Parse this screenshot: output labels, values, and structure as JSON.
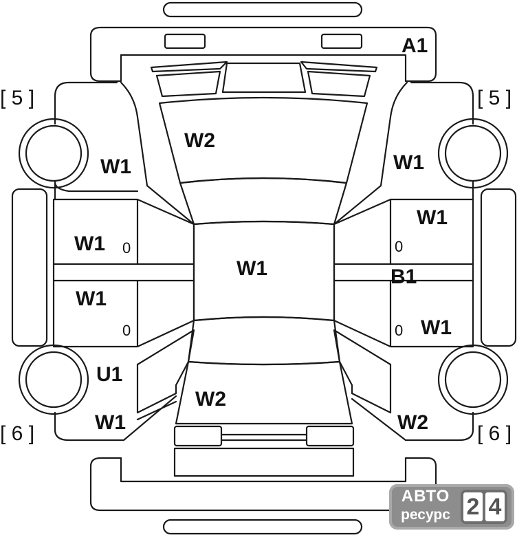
{
  "labels": {
    "a1": "A1",
    "hood": "W2",
    "fender_front_left": "W1",
    "fender_front_right": "W1",
    "door_front_left": "W1",
    "door_front_right": "W1",
    "roof": "W1",
    "pillar_right": "B1",
    "door_rear_left": "W1",
    "door_rear_right": "W1",
    "quarter_left_upper": "U1",
    "quarter_left_lower": "W1",
    "trunk": "W2",
    "quarter_right": "W2"
  },
  "brackets": {
    "front_left": "[ 5 ]",
    "front_right": "[ 5 ]",
    "rear_left": "[ 6 ]",
    "rear_right": "[ 6 ]"
  },
  "zeros": [
    "0",
    "0",
    "0",
    "0"
  ],
  "logo": {
    "line1": "АВТО",
    "line2": "ресурс",
    "digit1": "2",
    "digit2": "4"
  }
}
